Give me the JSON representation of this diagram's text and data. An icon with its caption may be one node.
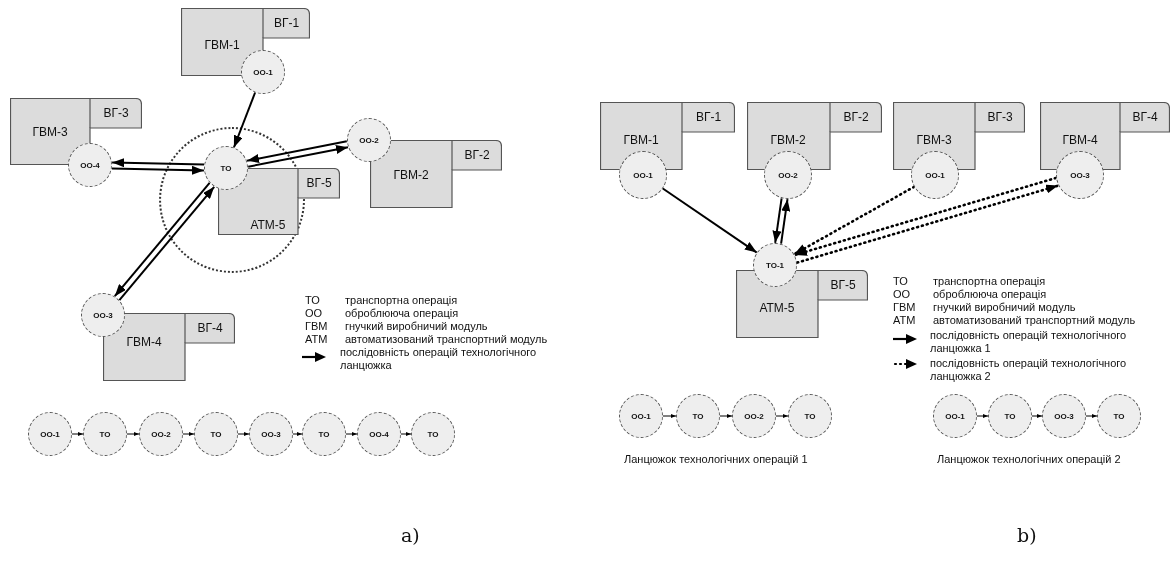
{
  "diagram": {
    "nodes": [
      {
        "text": [
          "ГВМ-1",
          "ВГ-1"
        ]
      },
      {
        "text": [
          "ОО-1"
        ]
      },
      {
        "text": [
          "ГВМ-3",
          "ВГ-3"
        ]
      },
      {
        "text": [
          "ОО-4"
        ]
      },
      {
        "text": [
          "АТМ-5",
          "ВГ-5"
        ]
      },
      {
        "text": [
          "ТО"
        ]
      },
      {
        "text": [
          "ОО-2"
        ]
      },
      {
        "text": [
          "ГВМ-2",
          "ВГ-2"
        ]
      },
      {
        "text": [
          "ОО-3"
        ]
      },
      {
        "text": [
          "ГВМ-4",
          "ВГ-4"
        ]
      },
      {
        "text": [
          "ОО-1"
        ]
      },
      {
        "text": [
          "ТО"
        ]
      },
      {
        "text": [
          "ОО-2"
        ]
      },
      {
        "text": [
          "ТО"
        ]
      },
      {
        "text": [
          "ОО-3"
        ]
      },
      {
        "text": [
          "ТО"
        ]
      },
      {
        "text": [
          "ОО-4"
        ]
      },
      {
        "text": [
          "ТО"
        ]
      },
      {
        "text": [
          "ГВМ-1",
          "ВГ-1"
        ]
      },
      {
        "text": [
          "ОО-1"
        ]
      },
      {
        "text": [
          "ГВМ-2",
          "ВГ-2"
        ]
      },
      {
        "text": [
          "ОО-2"
        ]
      },
      {
        "text": [
          "ГВМ-3",
          "ВГ-3"
        ]
      },
      {
        "text": [
          "ОО-1"
        ]
      },
      {
        "text": [
          "ГВМ-4",
          "ВГ-4"
        ]
      },
      {
        "text": [
          "ОО-3"
        ]
      },
      {
        "text": [
          "АТМ-5",
          "ВГ-5"
        ]
      },
      {
        "text": [
          "ТО-1"
        ]
      },
      {
        "text": [
          "ОО-1"
        ]
      },
      {
        "text": [
          "ТО"
        ]
      },
      {
        "text": [
          "ОО-2"
        ]
      },
      {
        "text": [
          "ТО"
        ]
      },
      {
        "text": [
          "ОО-1"
        ]
      },
      {
        "text": [
          "ТО"
        ]
      },
      {
        "text": [
          "ОО-3"
        ]
      },
      {
        "text": [
          "ТО"
        ]
      }
    ],
    "edges": [
      {
        "from": 1,
        "to": 5,
        "arrow": "to"
      },
      {
        "from": 5,
        "to": 6,
        "arrow": "to"
      },
      {
        "from": 6,
        "to": 5,
        "arrow": "to"
      },
      {
        "from": 5,
        "to": 8,
        "arrow": "to"
      },
      {
        "from": 8,
        "to": 5,
        "arrow": "to"
      },
      {
        "from": 5,
        "to": 3,
        "arrow": "to"
      },
      {
        "from": 3,
        "to": 5,
        "arrow": "to"
      },
      {
        "from": 10,
        "to": 11,
        "arrow": "to"
      },
      {
        "from": 11,
        "to": 12,
        "arrow": "to"
      },
      {
        "from": 12,
        "to": 13,
        "arrow": "to"
      },
      {
        "from": 13,
        "to": 14,
        "arrow": "to"
      },
      {
        "from": 14,
        "to": 15,
        "arrow": "to"
      },
      {
        "from": 15,
        "to": 16,
        "arrow": "to"
      },
      {
        "from": 16,
        "to": 17,
        "arrow": "to"
      },
      {
        "from": 19,
        "to": 27,
        "arrow": "to"
      },
      {
        "from": 27,
        "to": 21,
        "arrow": "to"
      },
      {
        "from": 21,
        "to": 27,
        "arrow": "to"
      },
      {
        "from": 23,
        "to": 27,
        "arrow": "to",
        "style": "dashed"
      },
      {
        "from": 27,
        "to": 25,
        "arrow": "to",
        "style": "dashed"
      },
      {
        "from": 25,
        "to": 27,
        "arrow": "to",
        "style": "dashed"
      },
      {
        "from": 28,
        "to": 29,
        "arrow": "to"
      },
      {
        "from": 29,
        "to": 30,
        "arrow": "to"
      },
      {
        "from": 30,
        "to": 31,
        "arrow": "to"
      },
      {
        "from": 32,
        "to": 33,
        "arrow": "to"
      },
      {
        "from": 33,
        "to": 34,
        "arrow": "to"
      },
      {
        "from": 34,
        "to": 35,
        "arrow": "to"
      }
    ],
    "labels": [
      "ТО",
      "транспортна операція",
      "ОО",
      "оброблююча операція",
      "ГВМ",
      "гнучкий виробничий модуль",
      "АТМ",
      "автоматизований транспортний модуль",
      "ТО",
      "транспортна операція",
      "ОО",
      "оброблююча операція",
      "ГВМ",
      "гнучкий виробничий модуль",
      "АТМ",
      "автоматизований транспортний модуль",
      "Ланцюжок технологічних операцій 1",
      "Ланцюжок технологічних операцій 2",
      "a)",
      "b)"
    ],
    "legend": [
      {
        "text": "послідовність операцій технологічного ланцюжка"
      },
      {
        "text": "послідовність операцій технологічного ланцюжка 1"
      },
      {
        "text": "послідовність операцій технологічного ланцюжка 2"
      }
    ]
  }
}
